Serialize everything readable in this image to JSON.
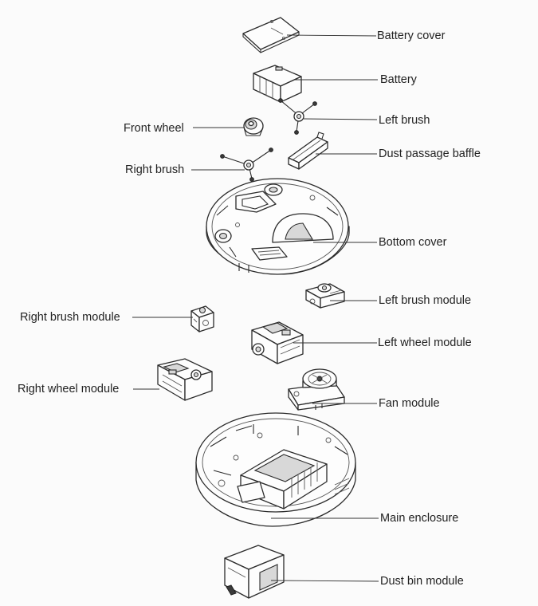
{
  "labels": {
    "battery_cover": "Battery cover",
    "battery": "Battery",
    "left_brush": "Left brush",
    "front_wheel": "Front  wheel",
    "dust_passage_baffle": "Dust passage baffle",
    "right_brush": "Right brush",
    "bottom_cover": "Bottom cover",
    "left_brush_module": "Left brush module",
    "right_brush_module": "Right brush module",
    "left_wheel_module": "Left wheel module",
    "right_wheel_module": "Right wheel module",
    "fan_module": "Fan module",
    "main_enclosure": "Main enclosure",
    "dust_bin_module": "Dust bin module"
  }
}
